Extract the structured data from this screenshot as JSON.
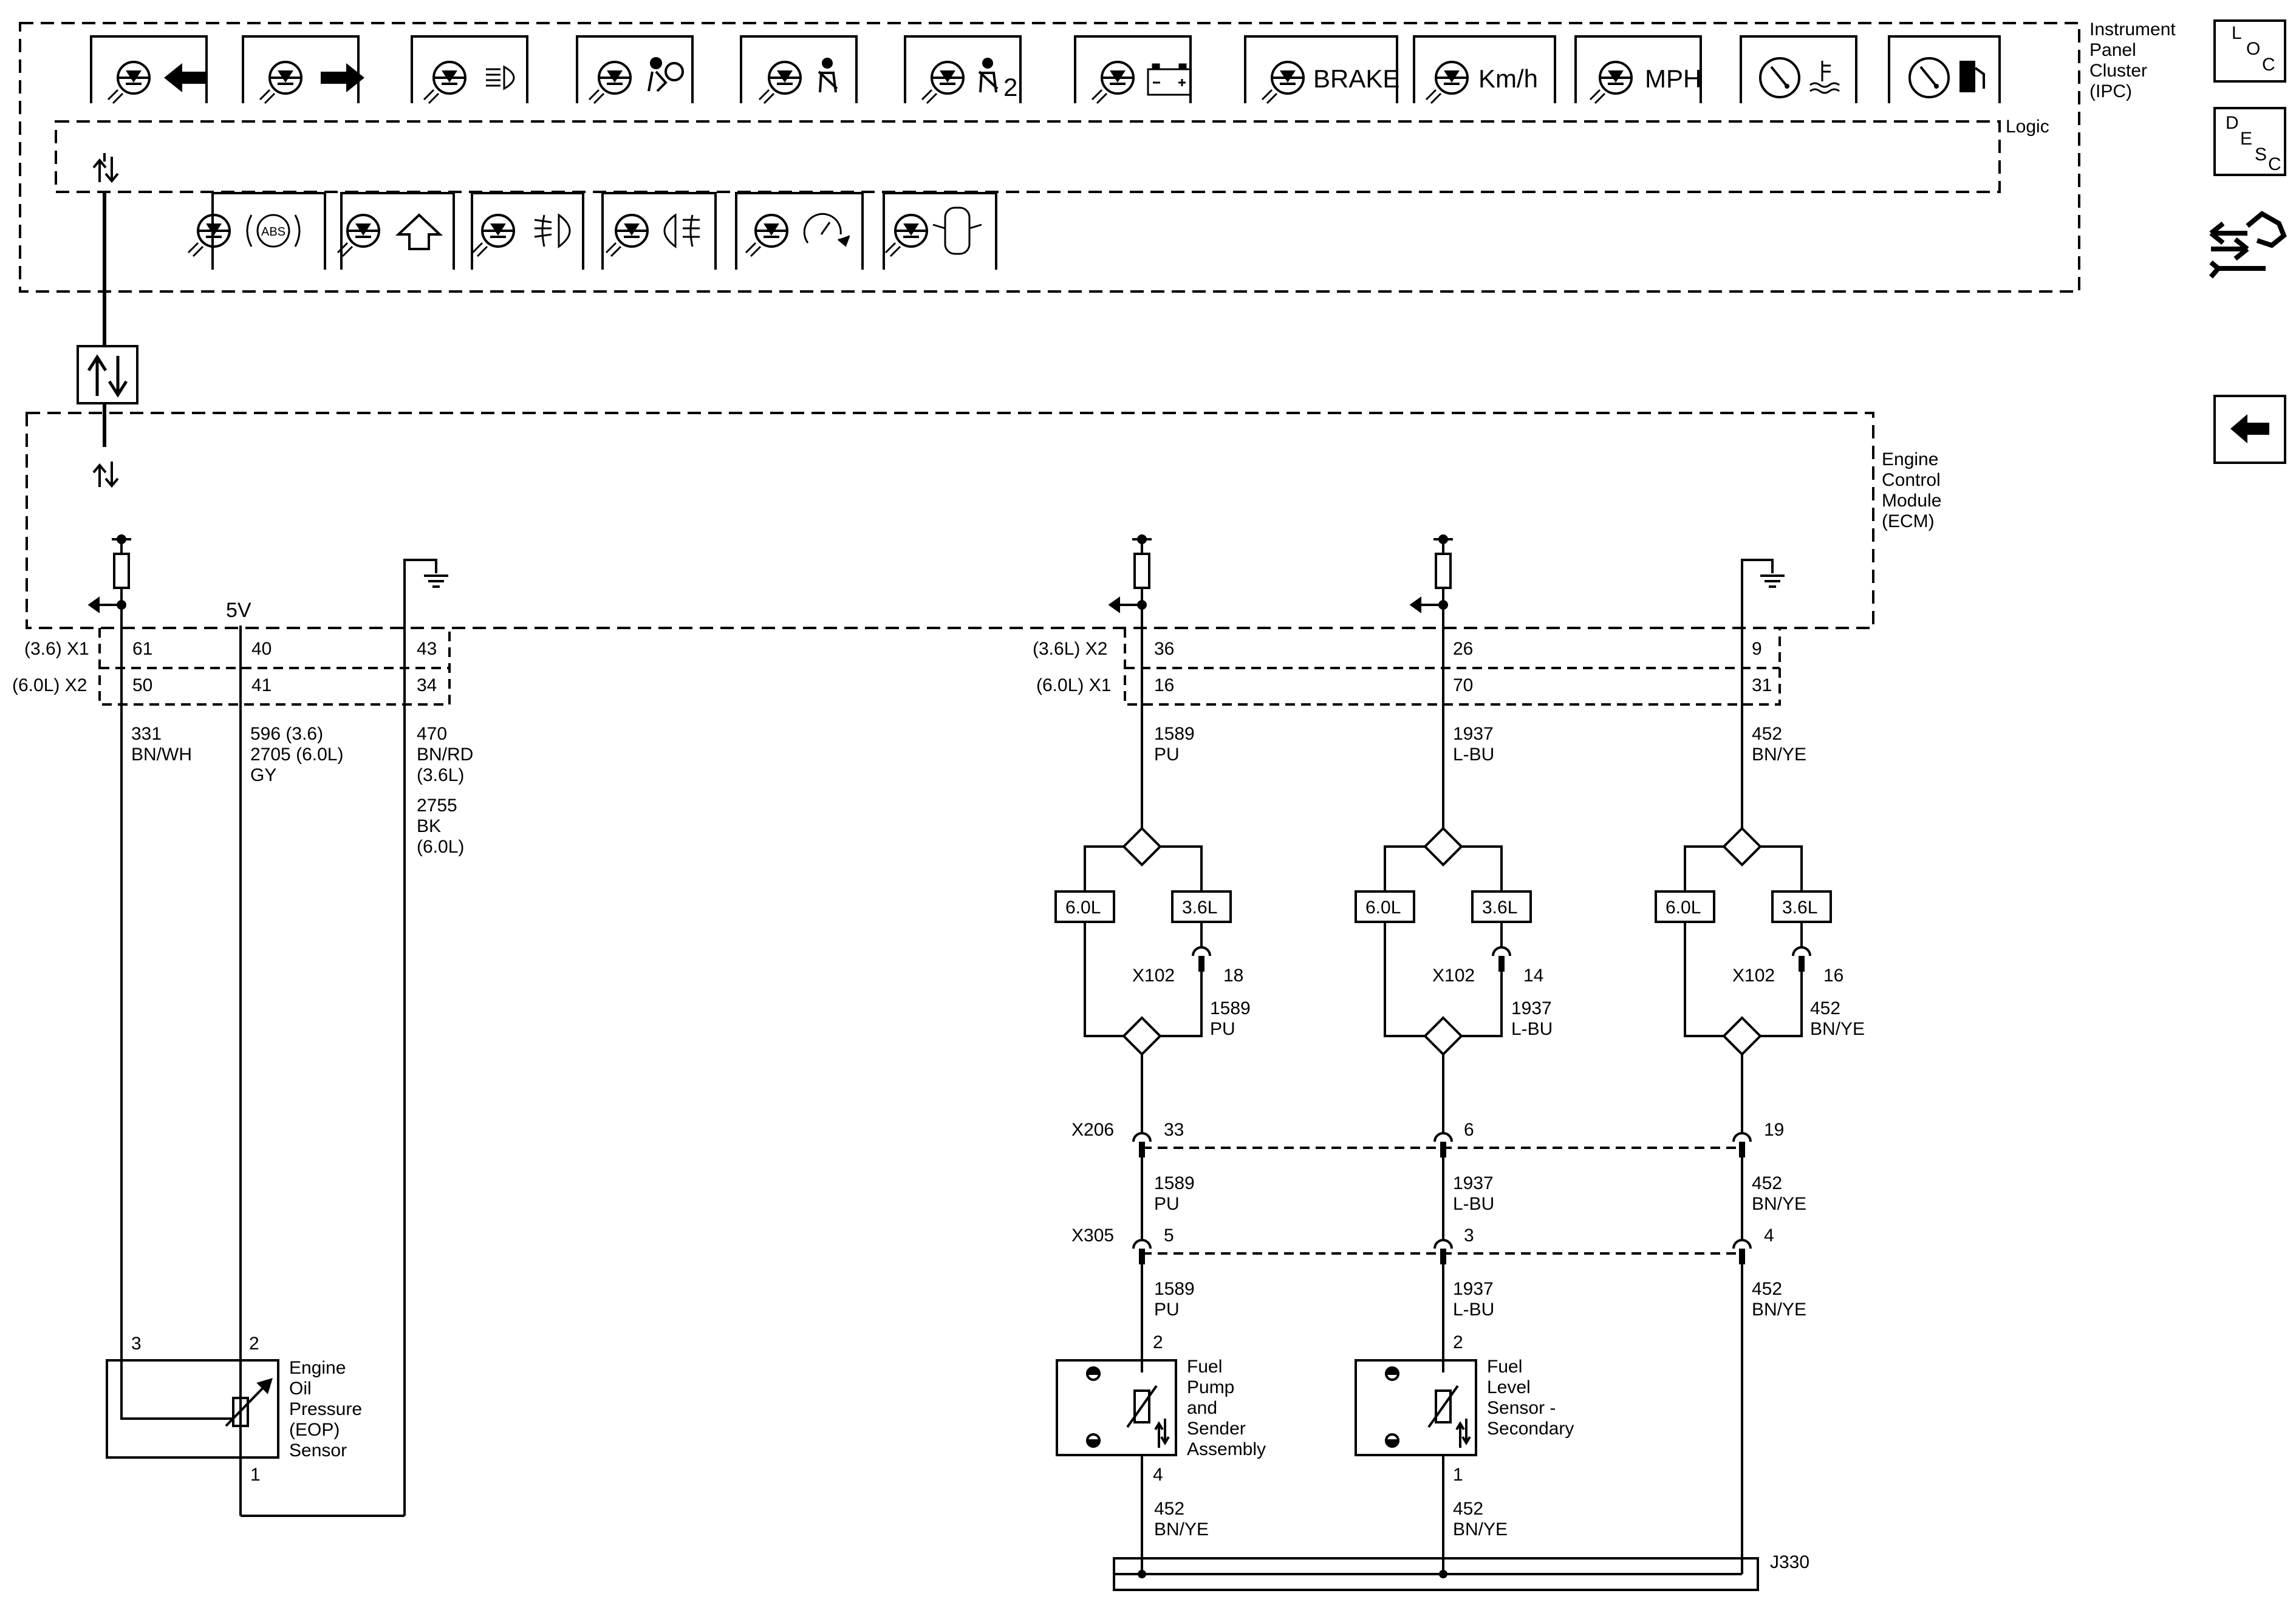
{
  "modules": {
    "ipc": {
      "label": [
        "Instrument",
        "Panel",
        "Cluster",
        "(IPC)"
      ],
      "logic": "Logic"
    },
    "ecm": {
      "label": [
        "Engine",
        "Control",
        "Module",
        "(ECM)"
      ]
    }
  },
  "ipc_indicators_top": [
    "BRAKE",
    "Km/h",
    "MPH",
    "2"
  ],
  "side_buttons": {
    "loc": {
      "l1": "L",
      "l2": "O",
      "l3": "C"
    },
    "desc": {
      "l1": "D",
      "l2": "E",
      "l3": "S",
      "l4": "C"
    }
  },
  "ecm_voltage": "5V",
  "connectors_left": {
    "x1": "(3.6) X1",
    "x2": "(6.0L) X2"
  },
  "connectors_right": {
    "x2": "(3.6L) X2",
    "x1": "(6.0L) X1"
  },
  "pins_left": {
    "r1": [
      "61",
      "40",
      "43"
    ],
    "r2": [
      "50",
      "41",
      "34"
    ]
  },
  "pins_right": {
    "r1": [
      "36",
      "26",
      "9"
    ],
    "r2": [
      "16",
      "70",
      "31"
    ]
  },
  "wires_left": {
    "w331": [
      "331",
      "BN/WH"
    ],
    "w596": [
      "596 (3.6)",
      "2705 (6.0L)",
      "GY"
    ],
    "w470": [
      "470",
      "BN/RD",
      "(3.6L)",
      "2755",
      "BK",
      "(6.0L)"
    ]
  },
  "wires_right": {
    "a": [
      "1589",
      "PU"
    ],
    "b": [
      "1937",
      "L-BU"
    ],
    "c": [
      "452",
      "BN/YE"
    ]
  },
  "options": {
    "l60": "6.0L",
    "l36": "3.6L"
  },
  "x102": {
    "label": "X102",
    "pins": [
      "18",
      "14",
      "16"
    ]
  },
  "x206": {
    "label": "X206",
    "pins": [
      "33",
      "6",
      "19"
    ]
  },
  "x305": {
    "label": "X305",
    "pins": [
      "5",
      "3",
      "4"
    ]
  },
  "eop_sensor": {
    "label": [
      "Engine",
      "Oil",
      "Pressure",
      "(EOP)",
      "Sensor"
    ],
    "pins": [
      "3",
      "2",
      "1"
    ]
  },
  "fuel_pump": {
    "label": [
      "Fuel",
      "Pump",
      "and",
      "Sender",
      "Assembly"
    ],
    "pins": [
      "2",
      "4"
    ]
  },
  "fuel_level": {
    "label": [
      "Fuel",
      "Level",
      "Sensor -",
      "Secondary"
    ],
    "pins": [
      "2",
      "1"
    ]
  },
  "splice": "J330"
}
